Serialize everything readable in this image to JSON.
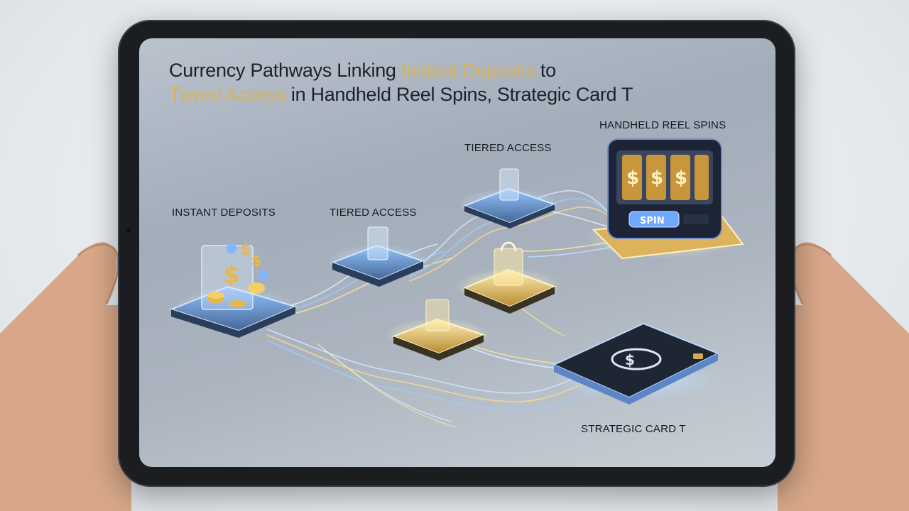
{
  "title": {
    "part1": "Currency Pathways Linking ",
    "highlight1": "Instant Deposits",
    "part2": " to ",
    "highlight2": "Tiered Access",
    "part3": " in Handheld Reel Spins, Strategic Card T"
  },
  "labels": {
    "instant_deposits": "INSTANT DEPOSITS",
    "tiered_access_1": "TIERED ACCESS",
    "tiered_access_2": "TIERED ACCESS",
    "handheld_reel_spins": "HANDHELD REEL SPINS",
    "strategic_card": "STRATEGIC CARD T"
  },
  "slot": {
    "spin_label": "SPIN"
  },
  "icons": [
    "dollar-coin-icon",
    "lock-icon",
    "slot-machine-icon",
    "card-icon"
  ],
  "colors": {
    "accent_gold": "#d9b257",
    "accent_blue": "#7fb6ff",
    "frame": "#1b1d21"
  }
}
